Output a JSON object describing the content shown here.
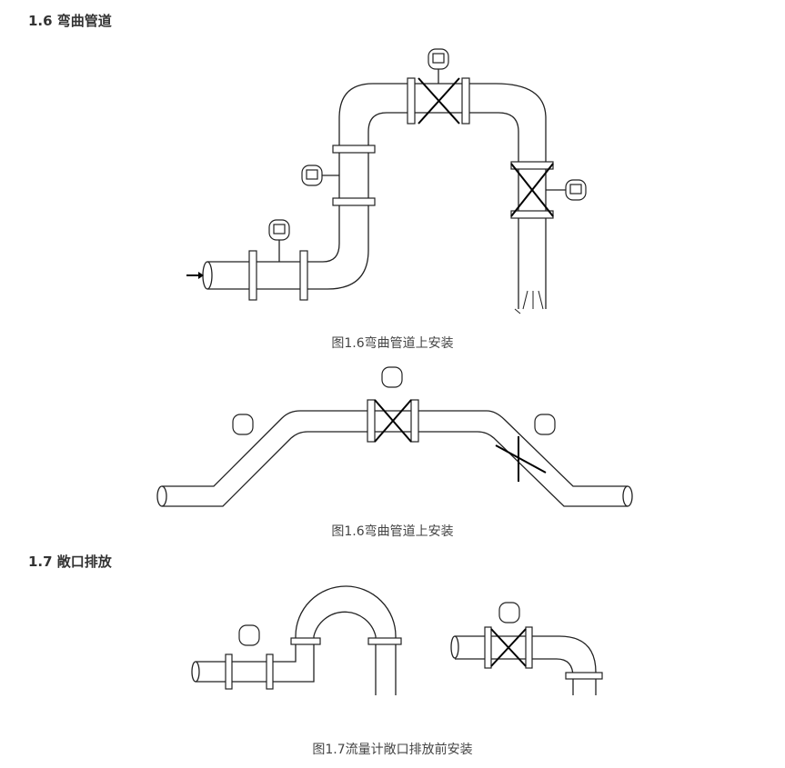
{
  "section_1_6": {
    "heading": "1.6 弯曲管道",
    "caption_a": "图1.6弯曲管道上安装",
    "caption_b": "图1.6弯曲管道上安装"
  },
  "section_1_7": {
    "heading": "1.7 敞口排放",
    "caption": "图1.7流量计敞口排放前安装"
  }
}
